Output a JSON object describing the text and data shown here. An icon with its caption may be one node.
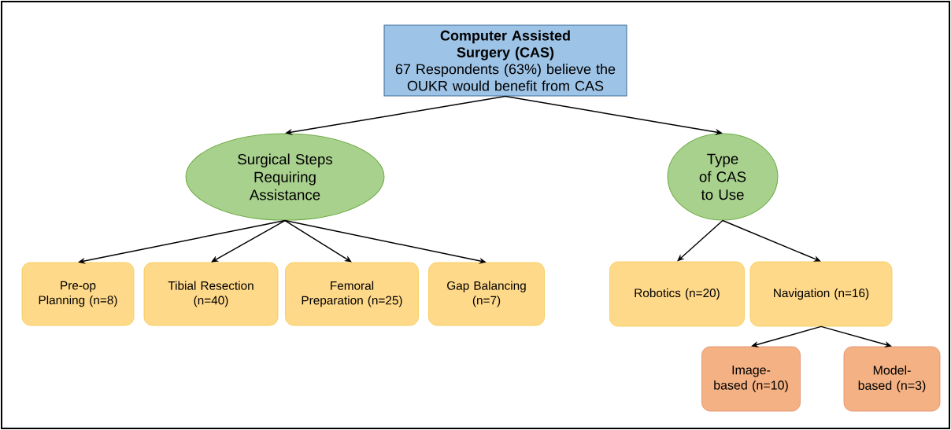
{
  "diagram": {
    "nodes": [
      {
        "text": [
          "Computer Assisted Surgery (CAS)",
          "67 Respondents (63%) believe the OUKR would benefit from CAS"
        ]
      },
      {
        "text": [
          "Surgical Steps Requiring Assistance"
        ]
      },
      {
        "text": [
          "Type of CAS to Use"
        ]
      },
      {
        "text": [
          "Pre-op Planning (n=8)"
        ]
      },
      {
        "text": [
          "Tibial Resection (n=40)"
        ]
      },
      {
        "text": [
          "Femoral Preparation (n=25)"
        ]
      },
      {
        "text": [
          "Gap Balancing (n=7)"
        ]
      },
      {
        "text": [
          "Robotics (n=20)"
        ]
      },
      {
        "text": [
          "Navigation (n=16)"
        ]
      },
      {
        "text": [
          "Image-based (n=10)"
        ]
      },
      {
        "text": [
          "Model-based (n=3)"
        ]
      }
    ],
    "edges": [
      {
        "from": 0,
        "to": 1,
        "arrow": "to"
      },
      {
        "from": 0,
        "to": 2,
        "arrow": "to"
      },
      {
        "from": 1,
        "to": 3,
        "arrow": "to"
      },
      {
        "from": 1,
        "to": 4,
        "arrow": "to"
      },
      {
        "from": 1,
        "to": 5,
        "arrow": "to"
      },
      {
        "from": 1,
        "to": 6,
        "arrow": "to"
      },
      {
        "from": 2,
        "to": 7,
        "arrow": "to"
      },
      {
        "from": 2,
        "to": 8,
        "arrow": "to"
      },
      {
        "from": 8,
        "to": 9,
        "arrow": "to"
      },
      {
        "from": 8,
        "to": 10,
        "arrow": "to"
      }
    ]
  }
}
